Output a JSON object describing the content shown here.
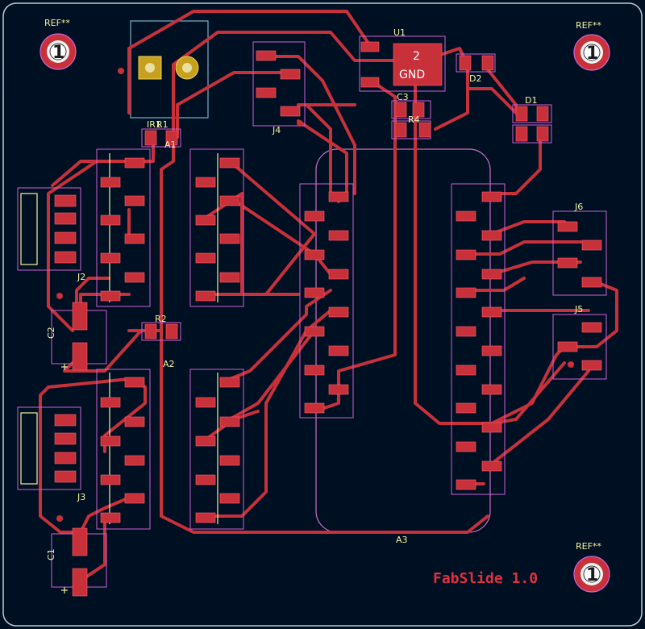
{
  "board": {
    "title": "FabSlide 1.0",
    "background": "#001023",
    "copper_color": "#c8303a",
    "outline_color": "#d060d0",
    "silk_color": "#f2f2a0"
  },
  "mounting_holes": [
    {
      "ref": "REF**",
      "number": "1"
    },
    {
      "ref": "REF**",
      "number": "1"
    },
    {
      "ref": "REF**",
      "number": "1"
    }
  ],
  "components": {
    "U1": "U1",
    "U1_pin": "2",
    "U1_net": "GND",
    "D1": "D1",
    "D2": "D2",
    "R1": "R1",
    "R2": "R2",
    "C1": "C1",
    "C2": "C2",
    "C3": "C3",
    "J2": "J2",
    "J3": "J3",
    "J4": "J4",
    "J5": "J5",
    "J6": "J6",
    "A1": "A1",
    "A2": "A2",
    "A3": "A3",
    "IR1": "IR1",
    "R4": "R4"
  }
}
